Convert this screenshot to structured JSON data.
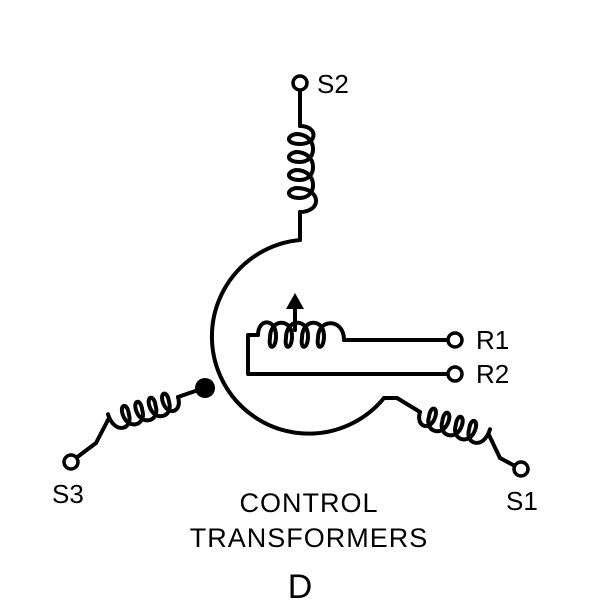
{
  "terminals": {
    "s1": "S1",
    "s2": "S2",
    "s3": "S3",
    "r1": "R1",
    "r2": "R2"
  },
  "caption": {
    "line1": "CONTROL",
    "line2": "TRANSFORMERS"
  },
  "figure_letter": "D"
}
